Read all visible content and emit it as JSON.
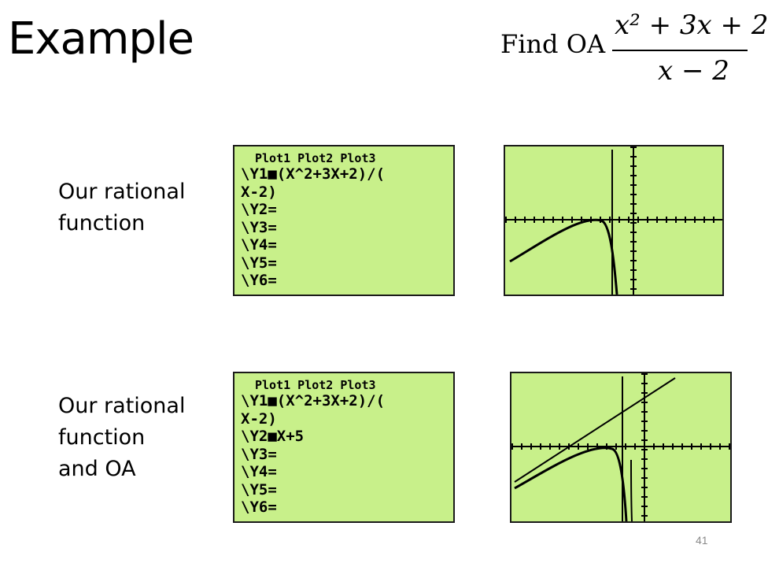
{
  "title": "Example",
  "formula": {
    "label": "Find OA",
    "numerator": "x² + 3x + 2",
    "denominator": "x − 2"
  },
  "captions": {
    "top": [
      "Our rational",
      "function"
    ],
    "bottom": [
      "Our rational",
      "function",
      "and OA"
    ]
  },
  "calculator": {
    "plots_header": "Plot1  Plot2  Plot3",
    "top_lines": [
      "\\Y1■(X^2+3X+2)/(",
      "X-2)",
      "\\Y2=",
      "\\Y3=",
      "\\Y4=",
      "\\Y5=",
      "\\Y6="
    ],
    "bottom_lines": [
      "\\Y1■(X^2+3X+2)/(",
      "X-2)",
      "\\Y2■X+5",
      "\\Y3=",
      "\\Y4=",
      "\\Y5=",
      "\\Y6="
    ]
  },
  "colors": {
    "screen": "#c8f08a",
    "ink": "#000000"
  },
  "page_number": "41"
}
